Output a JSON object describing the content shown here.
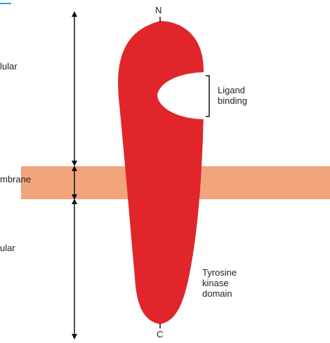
{
  "labels": {
    "n_terminus": "N",
    "c_terminus": "C",
    "extracellular_fragment": "lular",
    "membrane_fragment": "mbrane",
    "intracellular_fragment": "ular",
    "ligand_binding_line1": "Ligand",
    "ligand_binding_line2": "binding",
    "kinase_line1": "Tyrosine",
    "kinase_line2": "kinase",
    "kinase_line3": "domain"
  },
  "colors": {
    "receptor": "#e0262b",
    "membrane": "#f2a57c",
    "pocket": "#ffffff",
    "arrow": "#111111",
    "accent_tick": "#29a3e0"
  }
}
